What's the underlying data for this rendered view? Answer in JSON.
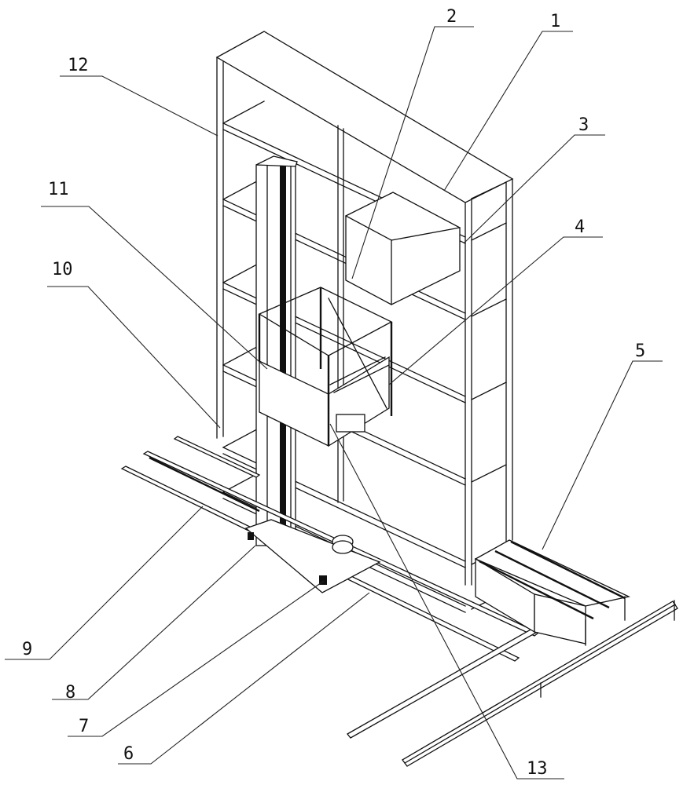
{
  "figure": {
    "type": "patent-style isometric line drawing",
    "subject": "automated storage rack with stacker crane, rails and conveyor"
  },
  "labels": [
    {
      "id": "1",
      "text": "1"
    },
    {
      "id": "2",
      "text": "2"
    },
    {
      "id": "3",
      "text": "3"
    },
    {
      "id": "4",
      "text": "4"
    },
    {
      "id": "5",
      "text": "5"
    },
    {
      "id": "6",
      "text": "6"
    },
    {
      "id": "7",
      "text": "7"
    },
    {
      "id": "8",
      "text": "8"
    },
    {
      "id": "9",
      "text": "9"
    },
    {
      "id": "10",
      "text": "10"
    },
    {
      "id": "11",
      "text": "11"
    },
    {
      "id": "12",
      "text": "12"
    },
    {
      "id": "13",
      "text": "13"
    }
  ]
}
